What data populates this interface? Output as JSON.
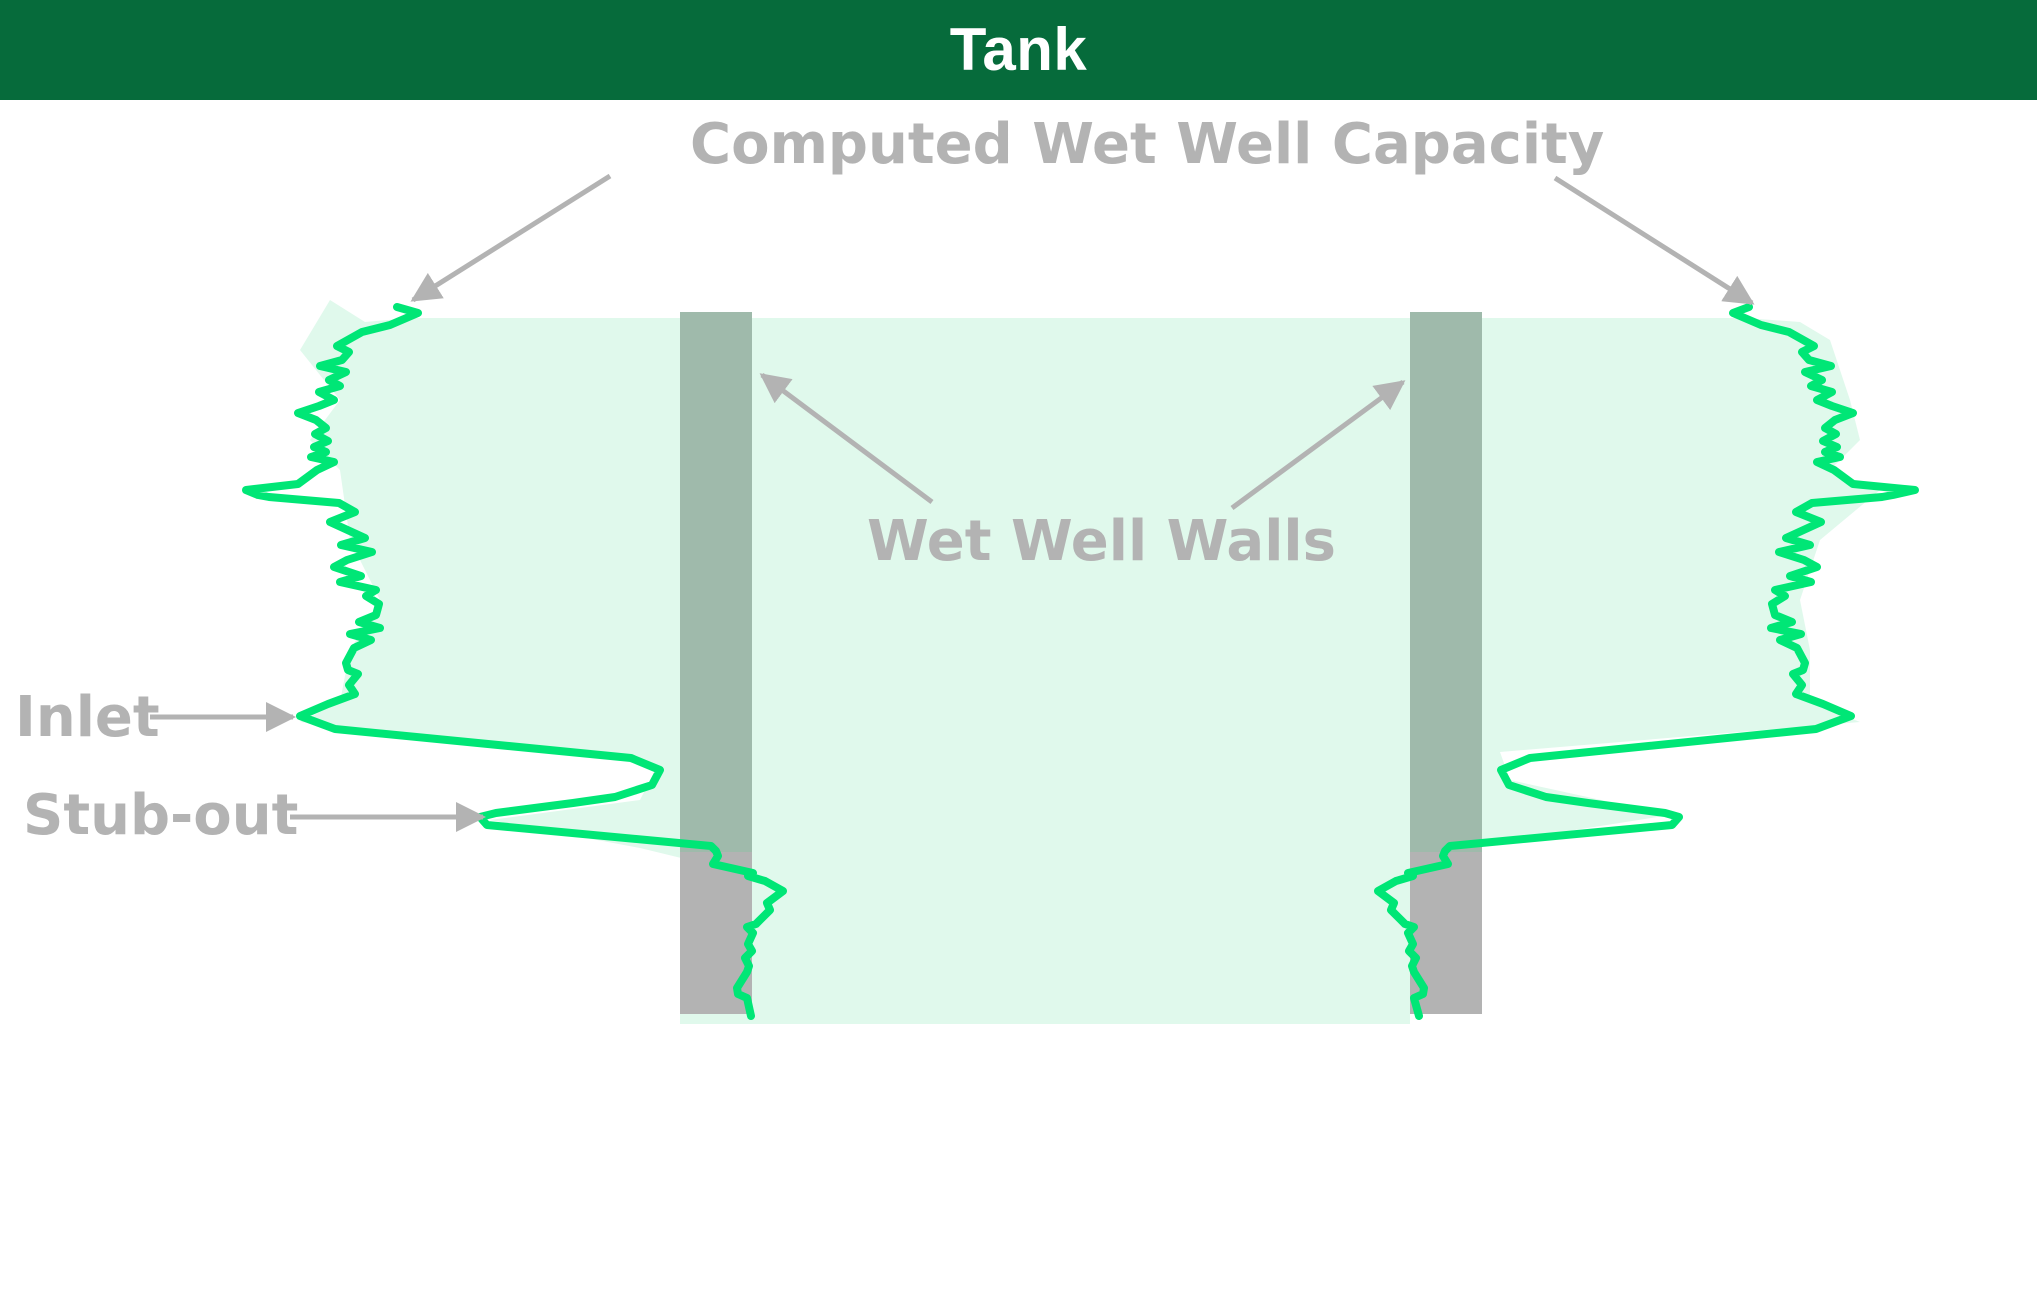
{
  "header": {
    "title": "Tank"
  },
  "labels": {
    "capacity": "Computed Wet Well Capacity",
    "walls": "Wet Well Walls",
    "inlet": "Inlet",
    "stub_out": "Stub-out"
  },
  "colors": {
    "header": "#066b3b",
    "capacity_fill": "#e0f9ec",
    "outline": "#00e676",
    "wall": "#9fbaab",
    "wall_lower": "#b3b3b3",
    "annotation": "#b3b3b3"
  }
}
